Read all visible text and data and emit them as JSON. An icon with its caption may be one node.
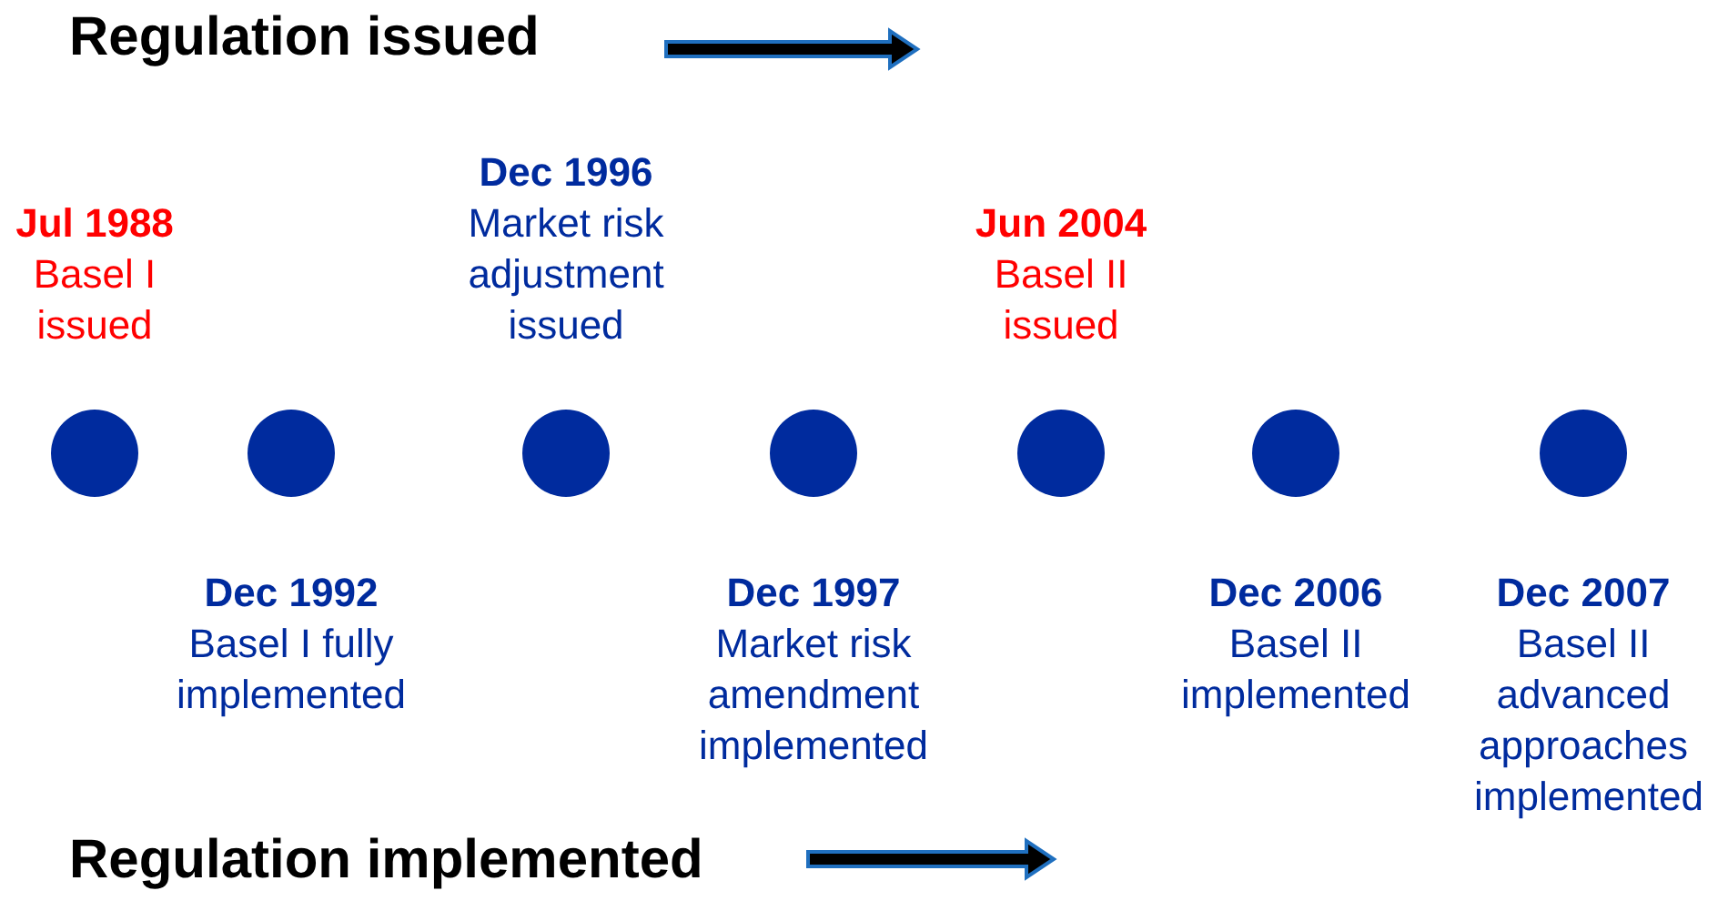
{
  "diagram": {
    "nodes": [
      {
        "text": [],
        "shape": "circle",
        "beside": [
          "Jul 1988",
          "Basel I issued"
        ]
      },
      {
        "text": [],
        "shape": "circle",
        "beside": [
          "Dec 1992",
          "Basel I fully implemented"
        ]
      },
      {
        "text": [],
        "shape": "circle",
        "beside": [
          "Dec 1996",
          "Market risk adjustment issued"
        ]
      },
      {
        "text": [],
        "shape": "circle",
        "beside": [
          "Dec 1997",
          "Market risk amendment implemented"
        ]
      },
      {
        "text": [],
        "shape": "circle",
        "beside": [
          "Jun 2004",
          "Basel II issued"
        ]
      },
      {
        "text": [],
        "shape": "circle",
        "beside": [
          "Dec 2006",
          "Basel II implemented"
        ]
      },
      {
        "text": [],
        "shape": "circle",
        "beside": [
          "Dec 2007",
          "Basel II advanced approaches implemented"
        ]
      }
    ],
    "labels": [
      "Regulation issued",
      "Regulation implemented"
    ]
  }
}
